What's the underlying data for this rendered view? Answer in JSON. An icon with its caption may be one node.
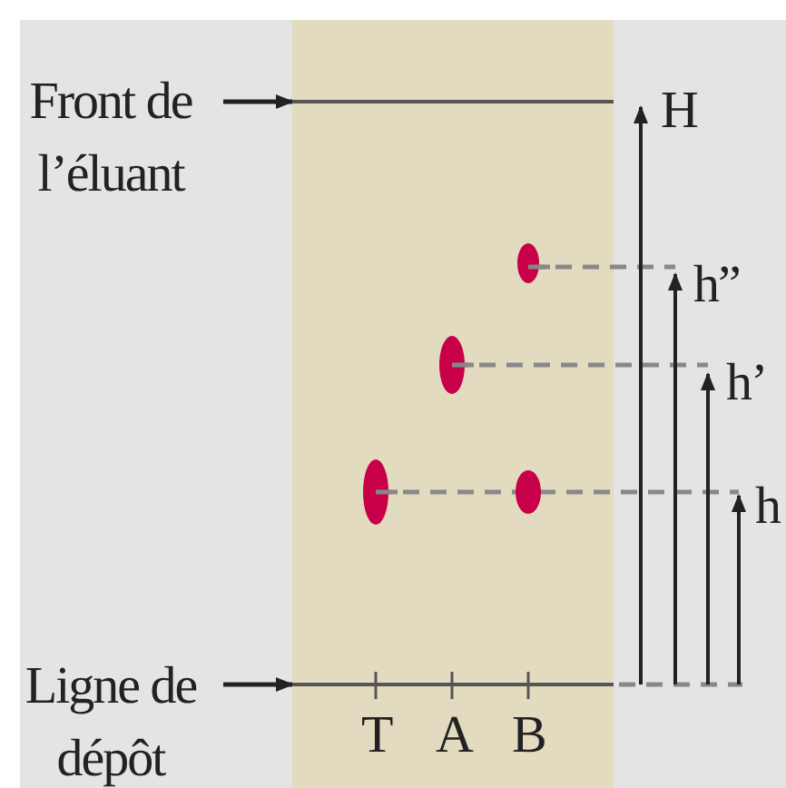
{
  "diagram": {
    "nodes": [
      {
        "text": [
          "Front de l’éluant"
        ]
      },
      {
        "text": [],
        "shape": "line"
      },
      {
        "text": [
          "Ligne de dépôt"
        ]
      },
      {
        "text": [],
        "shape": "line"
      }
    ],
    "edges": [
      {
        "from": 0,
        "to": 1,
        "arrow": "to"
      },
      {
        "from": 2,
        "to": 3,
        "arrow": "to"
      }
    ],
    "labels": [
      "H",
      "h”",
      "h’",
      "h",
      "T",
      "A",
      "B"
    ]
  }
}
